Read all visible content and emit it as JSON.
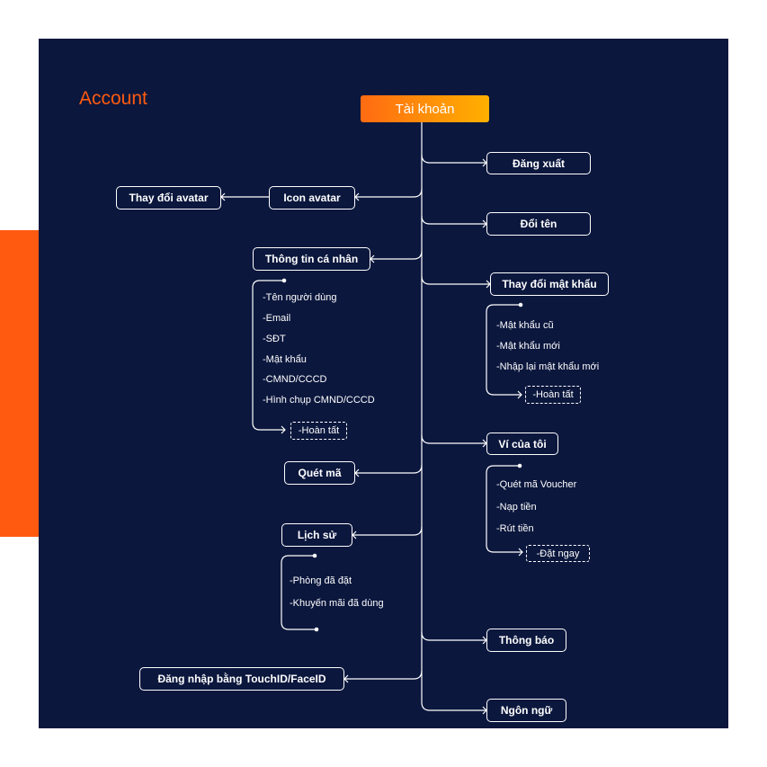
{
  "title": "Account",
  "root": "Tài khoản",
  "nodes": {
    "logout": "Đăng xuất",
    "change_avatar": "Thay đổi avatar",
    "icon_avatar": "Icon avatar",
    "rename": "Đổi tên",
    "personal_info": "Thông tin cá nhân",
    "change_password": "Thay đổi mật khẩu",
    "my_wallet": "Ví của tôi",
    "scan_code": "Quét mã",
    "history": "Lịch sử",
    "notifications": "Thông báo",
    "touch_face_login": "Đăng nhập bằng TouchID/FaceID",
    "language": "Ngôn ngữ"
  },
  "personal_info_items": [
    "-Tên người dùng",
    "-Email",
    "-SĐT",
    "-Mật khẩu",
    "-CMND/CCCD",
    "-Hình chụp CMND/CCCD"
  ],
  "personal_info_done": "-Hoàn tất",
  "password_items": [
    "-Mật khẩu cũ",
    "-Mật khẩu mới",
    "-Nhập lại mật khẩu mới"
  ],
  "password_done": "-Hoàn tất",
  "wallet_items": [
    "-Quét mã Voucher",
    "-Nạp tiền",
    "-Rút tiền"
  ],
  "wallet_done": "-Đặt ngay",
  "history_items": [
    "-Phòng đã đặt",
    "-Khuyến mãi đã dùng"
  ],
  "colors": {
    "background": "#0b173d",
    "accent": "#ff5a10",
    "line": "#ffffff"
  }
}
